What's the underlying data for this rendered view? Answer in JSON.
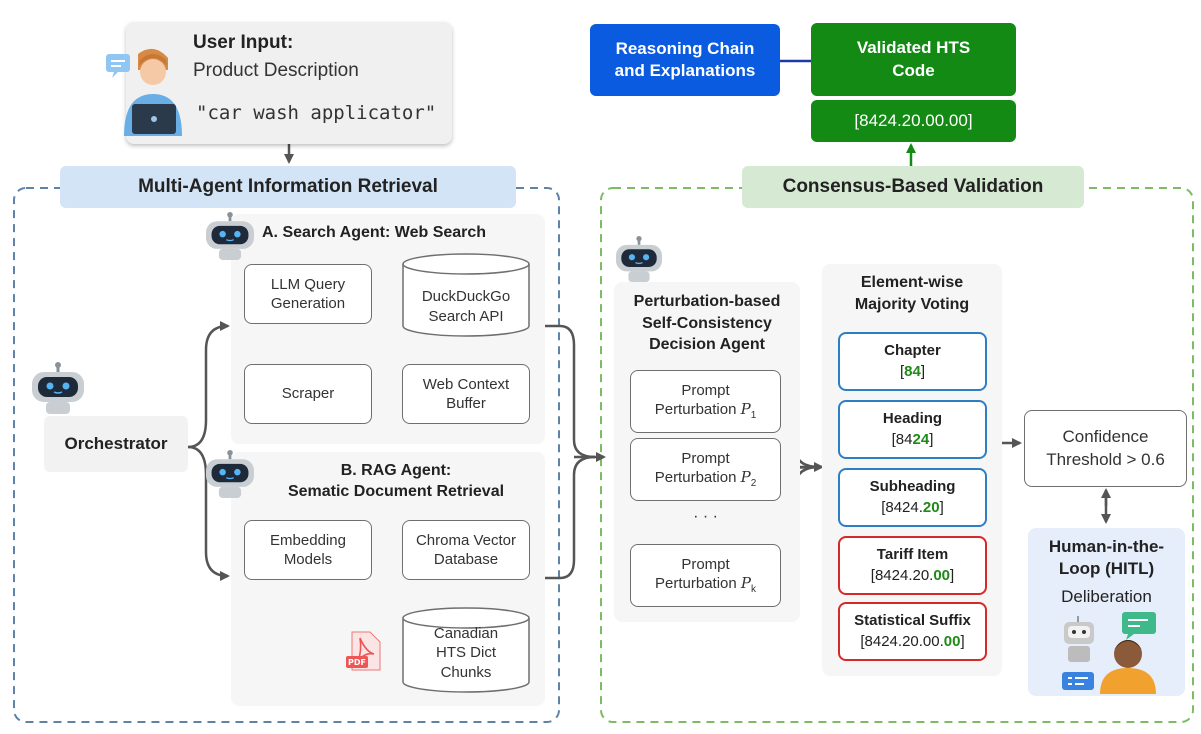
{
  "user_input": {
    "title": "User Input:",
    "subtitle": "Product Description",
    "query": "\"car wash applicator\""
  },
  "multi_agent": {
    "banner": "Multi-Agent Information Retrieval",
    "orchestrator": "Orchestrator",
    "search_agent": {
      "title": "A. Search Agent: Web Search",
      "llm_query": "LLM Query Generation",
      "duckduckgo": "DuckDuckGo Search API",
      "web_context": "Web Context Buffer",
      "scraper": "Scraper"
    },
    "rag_agent": {
      "title_line1": "B. RAG Agent:",
      "title_line2": "Sematic Document Retrieval",
      "embedding": "Embedding Models",
      "chroma": "Chroma Vector Database",
      "canadian": "Canadian HTS Dict Chunks",
      "pdf_label": "PDF"
    }
  },
  "consensus": {
    "banner": "Consensus-Based Validation",
    "decision_agent": {
      "title": "Perturbation-based Self-Consistency Decision Agent",
      "prompt_prefix": "Prompt",
      "perturbation": "Perturbation",
      "subscripts": [
        "1",
        "2",
        "k"
      ],
      "ellipsis": "· · ·"
    },
    "voting": {
      "title": "Element-wise Majority Voting",
      "elements": [
        {
          "name": "Chapter",
          "prefix": "[",
          "highlight": "84",
          "suffix": "]",
          "color": "blue"
        },
        {
          "name": "Heading",
          "prefix": "[84",
          "highlight": "24",
          "suffix": "]",
          "color": "blue"
        },
        {
          "name": "Subheading",
          "prefix": "[8424.",
          "highlight": "20",
          "suffix": "]",
          "color": "blue"
        },
        {
          "name": "Tariff Item",
          "prefix": "[8424.20.",
          "highlight": "00",
          "suffix": "]",
          "color": "red"
        },
        {
          "name": "Statistical Suffix",
          "prefix": "[8424.20.00.",
          "highlight": "00",
          "suffix": "]",
          "color": "red"
        }
      ]
    },
    "confidence": "Confidence Threshold > 0.6",
    "hitl": {
      "title": "Human-in-the-Loop (HITL)",
      "subtitle": "Deliberation"
    }
  },
  "output": {
    "reasoning": "Reasoning Chain and Explanations",
    "validated_title": "Validated HTS Code",
    "validated_code": "[8424.20.00.00]"
  },
  "colors": {
    "reasoning_bg": "#0a5be0",
    "validated_bg": "#138a13",
    "multi_banner_bg": "#d3e4f6",
    "consensus_banner_bg": "#d6ead3",
    "left_dash": "#5f83a8",
    "right_dash": "#7cbc63",
    "highlight": "#1e8a17"
  }
}
